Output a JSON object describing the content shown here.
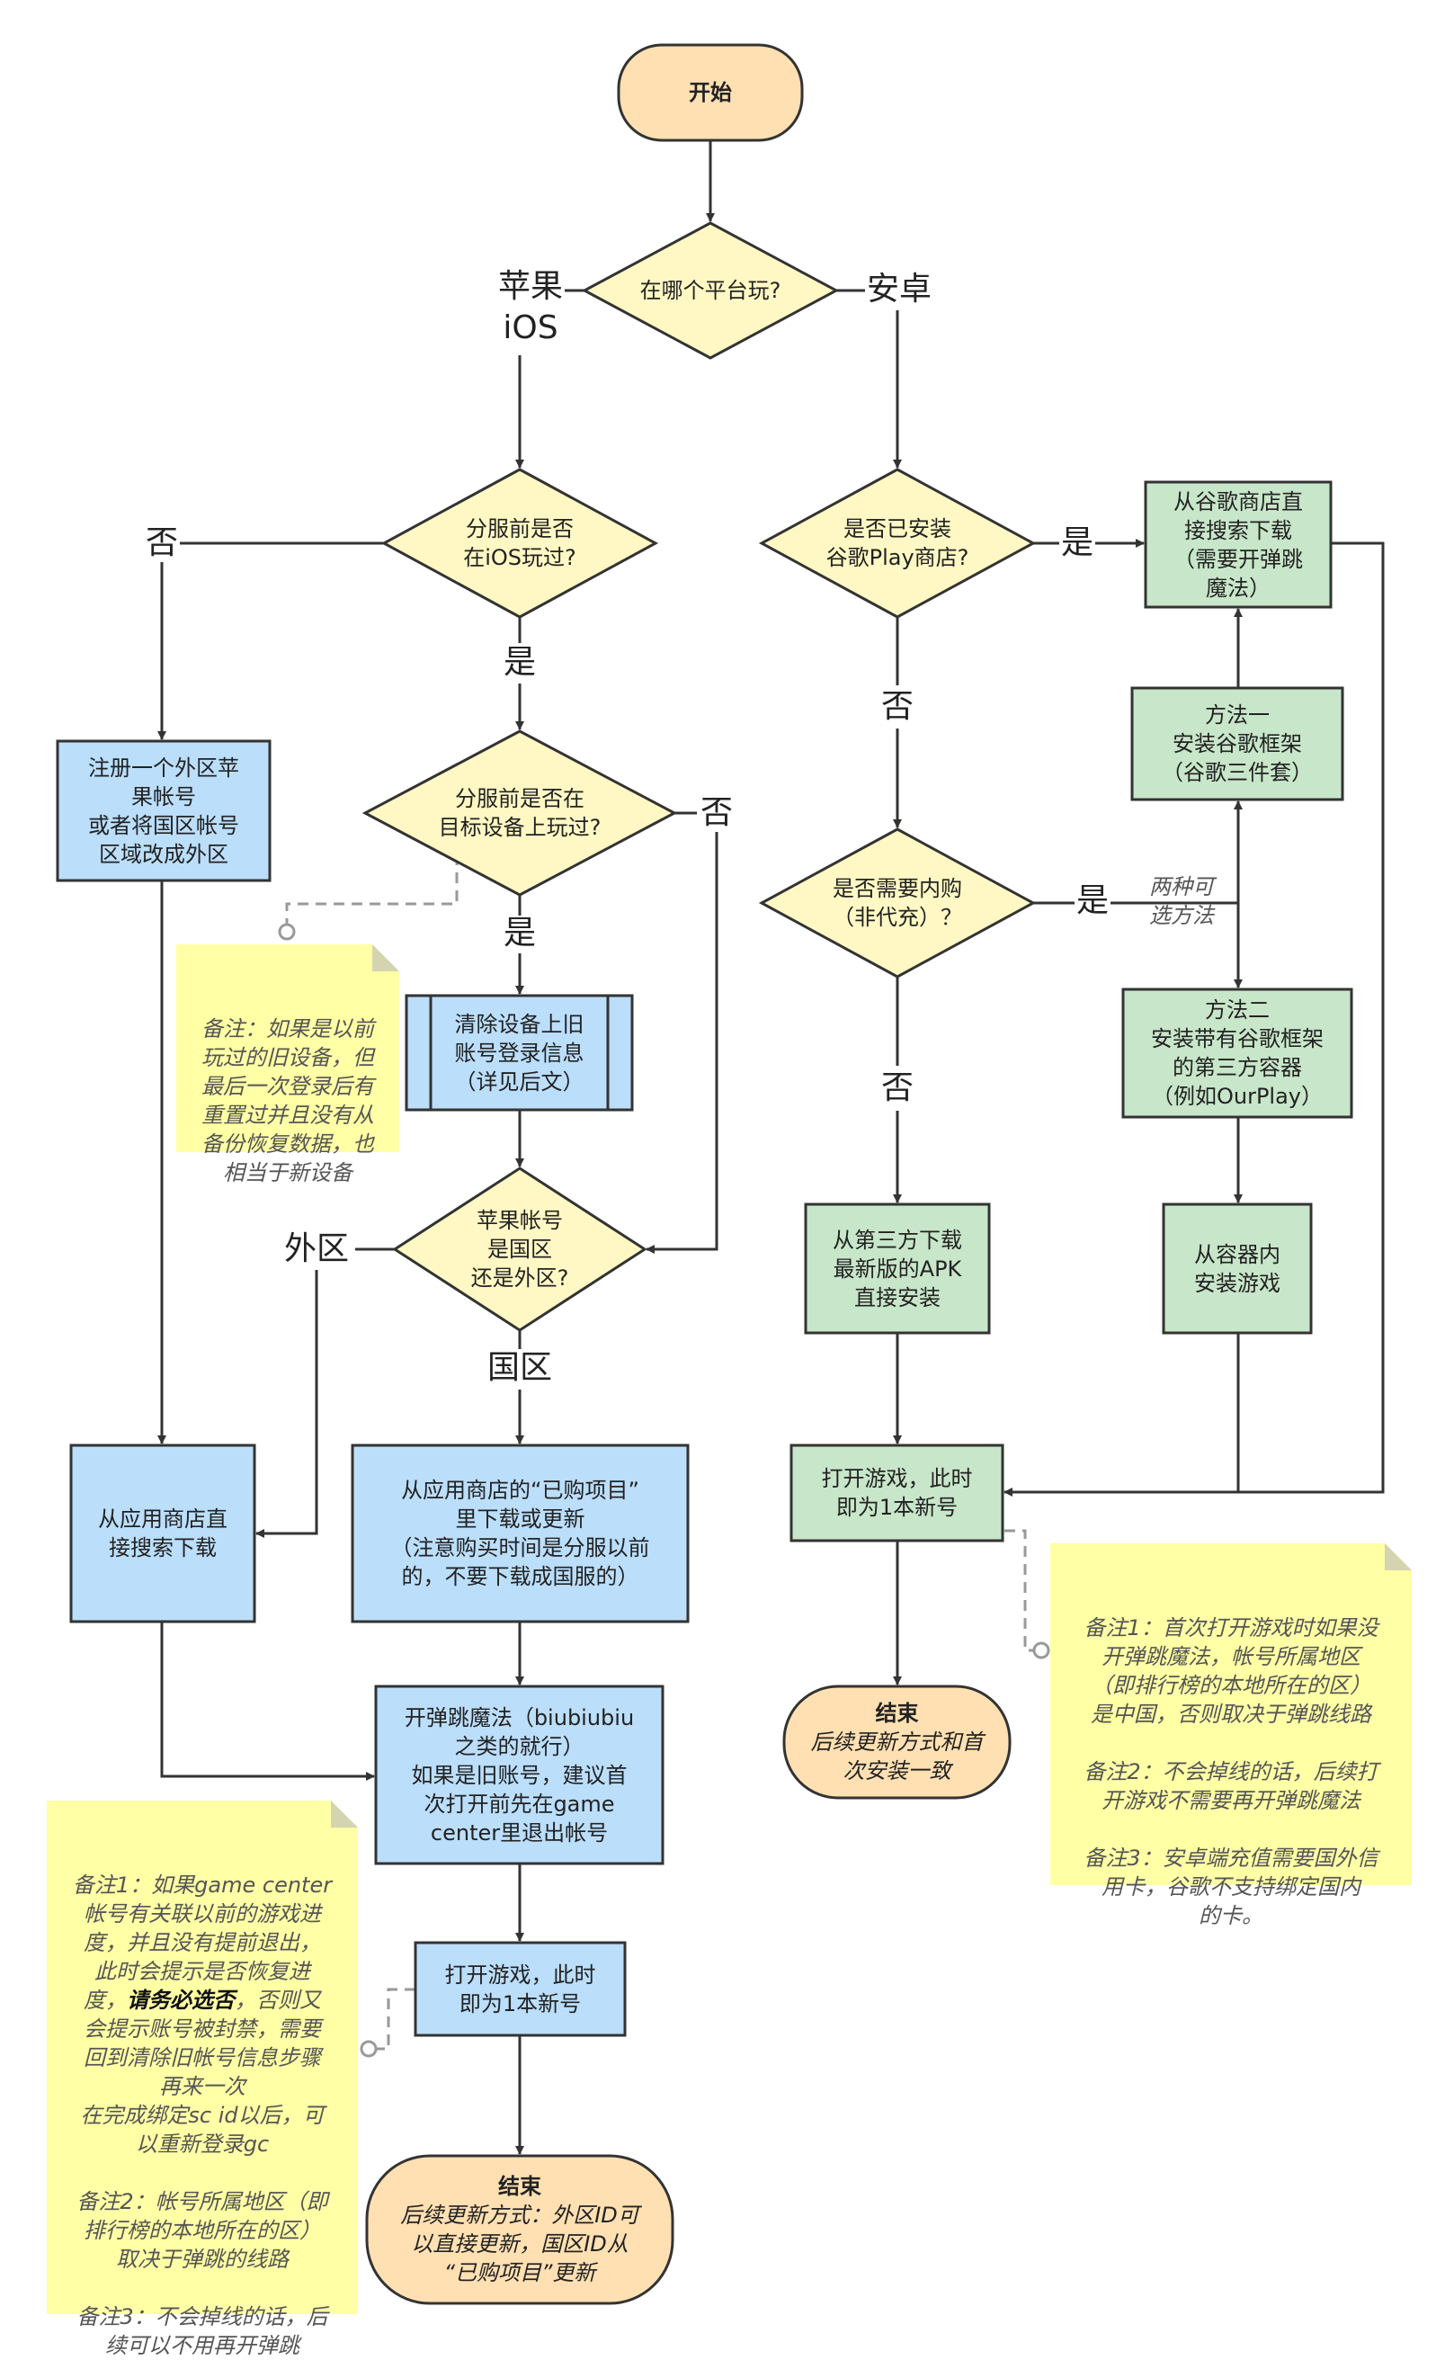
{
  "colors": {
    "decision": "#fff8c4",
    "ios_process": "#bbdefb",
    "android_process": "#c8e6c9",
    "terminal": "#ffe0b2",
    "note": "#ffffa6",
    "line": "#333333"
  },
  "start": "开始",
  "d_platform": "在哪个平台玩?",
  "lbl_ios": "苹果\niOS",
  "lbl_android": "安卓",
  "d_played_ios": "分服前是否\n在iOS玩过?",
  "lbl_no1": "否",
  "lbl_yes1": "是",
  "box_register": "注册一个外区苹\n果帐号\n或者将国区帐号\n区域改成外区",
  "d_played_device": "分服前是否在\n目标设备上玩过?",
  "lbl_no2": "否",
  "lbl_yes2": "是",
  "note_device": "备注：如果是以前\n玩过的旧设备，但\n最后一次登录后有\n重置过并且没有从\n备份恢复数据，也\n相当于新设备",
  "box_clear": "清除设备上旧\n账号登录信息\n（详见后文）",
  "d_region": "苹果帐号\n是国区\n还是外区?",
  "lbl_foreign": "外区",
  "lbl_cn": "国区",
  "box_search": "从应用商店直\n接搜索下载",
  "box_purchased": "从应用商店的“已购项目”\n里下载或更新\n（注意购买时间是分服以前\n的，不要下载成国服的）",
  "box_bounce": "开弹跳魔法（biubiubiu\n之类的就行）\n如果是旧账号，建议首\n次打开前先在game\ncenter里退出帐号",
  "note_ios": {
    "part1": "备注1：如果game center\n帐号有关联以前的游戏进\n度，并且没有提前退出，\n此时会提示是否恢复进\n度，",
    "bold": "请务必选否",
    "part2": "，否则又\n会提示账号被封禁，需要\n回到清除旧帐号信息步骤\n再来一次\n在完成绑定sc id以后，可\n以重新登录gc\n\n备注2：帐号所属地区（即\n排行榜的本地所在的区）\n取决于弹跳的线路\n\n备注3：不会掉线的话，后\n续可以不用再开弹跳"
  },
  "box_open_ios": "打开游戏，此时\n即为1本新号",
  "end_ios": {
    "title": "结束",
    "desc": "后续更新方式：外区ID可\n以直接更新，国区ID从\n“已购项目”更新"
  },
  "d_gplay": "是否已安装\n谷歌Play商店?",
  "lbl_yes3": "是",
  "lbl_no3": "否",
  "box_gplay": "从谷歌商店直\n接搜索下载\n（需要开弹跳\n魔法）",
  "box_method1": "方法一\n安装谷歌框架\n（谷歌三件套）",
  "d_iap": "是否需要内购\n（非代充）？",
  "lbl_yes4": "是",
  "lbl_two_methods": "两种可\n选方法",
  "box_method2": "方法二\n安装带有谷歌框架\n的第三方容器\n（例如OurPlay）",
  "lbl_no4": "否",
  "box_apk": "从第三方下载\n最新版的APK\n直接安装",
  "box_container": "从容器内\n安装游戏",
  "box_open_android": "打开游戏，此时\n即为1本新号",
  "end_android": {
    "title": "结束",
    "desc": "后续更新方式和首\n次安装一致"
  },
  "note_android": "备注1：首次打开游戏时如果没\n开弹跳魔法，帐号所属地区\n（即排行榜的本地所在的区）\n是中国，否则取决于弹跳线路\n\n备注2：不会掉线的话，后续打\n开游戏不需要再开弹跳魔法\n\n备注3：安卓端充值需要国外信\n用卡，谷歌不支持绑定国内\n的卡。"
}
